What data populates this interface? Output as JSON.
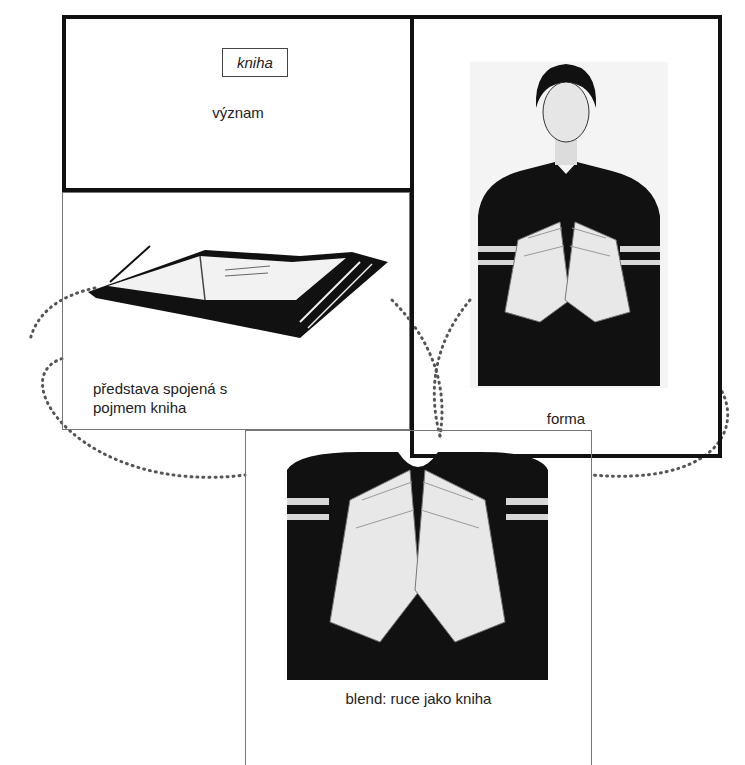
{
  "diagram": {
    "nodes": [
      {
        "text": [
          "význam"
        ]
      },
      {
        "text": [
          "kniha"
        ],
        "in": 0
      },
      {
        "text": [
          "forma"
        ]
      },
      {
        "text": [
          "představa spojená s pojmem kniha"
        ]
      },
      {
        "text": [
          "blend: ruce jako kniha"
        ]
      }
    ],
    "edges": [
      {
        "from": 3,
        "to": 4,
        "arrow": "none"
      },
      {
        "from": 2,
        "to": 4,
        "arrow": "none"
      }
    ]
  }
}
